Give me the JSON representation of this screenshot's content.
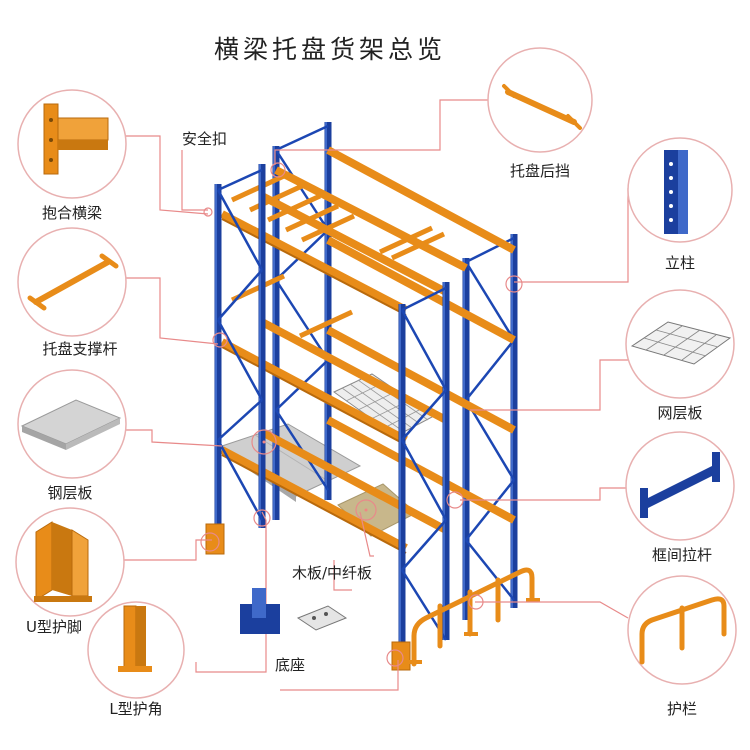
{
  "title": "横梁托盘货架总览",
  "labels": {
    "safety_pin": "安全扣",
    "box_beam": "抱合横梁",
    "pallet_support": "托盘支撑杆",
    "steel_deck": "钢层板",
    "u_guard": "U型护脚",
    "l_guard": "L型护角",
    "base_plate": "底座",
    "wood_deck": "木板/中纤板",
    "pallet_stop": "托盘后挡",
    "upright": "立柱",
    "wire_deck": "网层板",
    "row_spacer": "框间拉杆",
    "guard_rail": "护栏"
  },
  "colors": {
    "upright": "#1b3f9e",
    "beam": "#e88c19",
    "leader_line": "#e88a8a"
  }
}
